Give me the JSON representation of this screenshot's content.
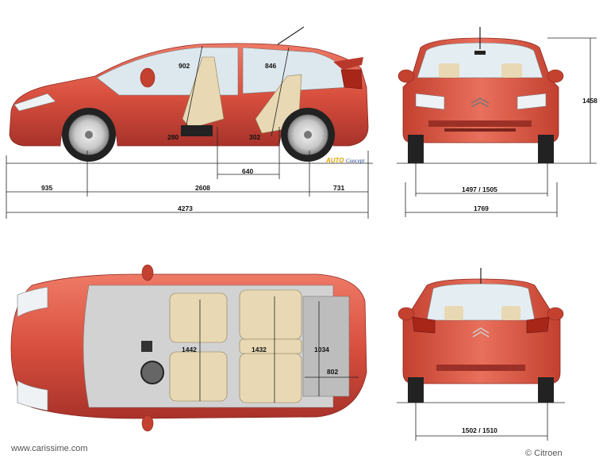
{
  "side_view": {
    "d_902": "902",
    "d_846": "846",
    "d_280": "280",
    "d_302": "302",
    "d_640": "640",
    "d_935": "935",
    "d_2608": "2608",
    "d_731": "731",
    "d_4273": "4273",
    "logo_auto": "AUTO",
    "logo_concept": "Concept"
  },
  "front_view": {
    "d_1458": "1458",
    "d_track_front": "1497 / 1505",
    "d_1769": "1769"
  },
  "top_view": {
    "d_1442": "1442",
    "d_1432": "1432",
    "d_1034": "1034",
    "d_802": "802"
  },
  "rear_view": {
    "d_track_rear": "1502 / 1510"
  },
  "footer": {
    "website": "www.carissime.com",
    "copyright": "© Citroen"
  },
  "colors": {
    "body_red": "#d9503f",
    "body_shadow": "#a8322a",
    "glass": "#e6eef2",
    "interior": "#c9c9c9",
    "seat": "#e6d6b0"
  }
}
